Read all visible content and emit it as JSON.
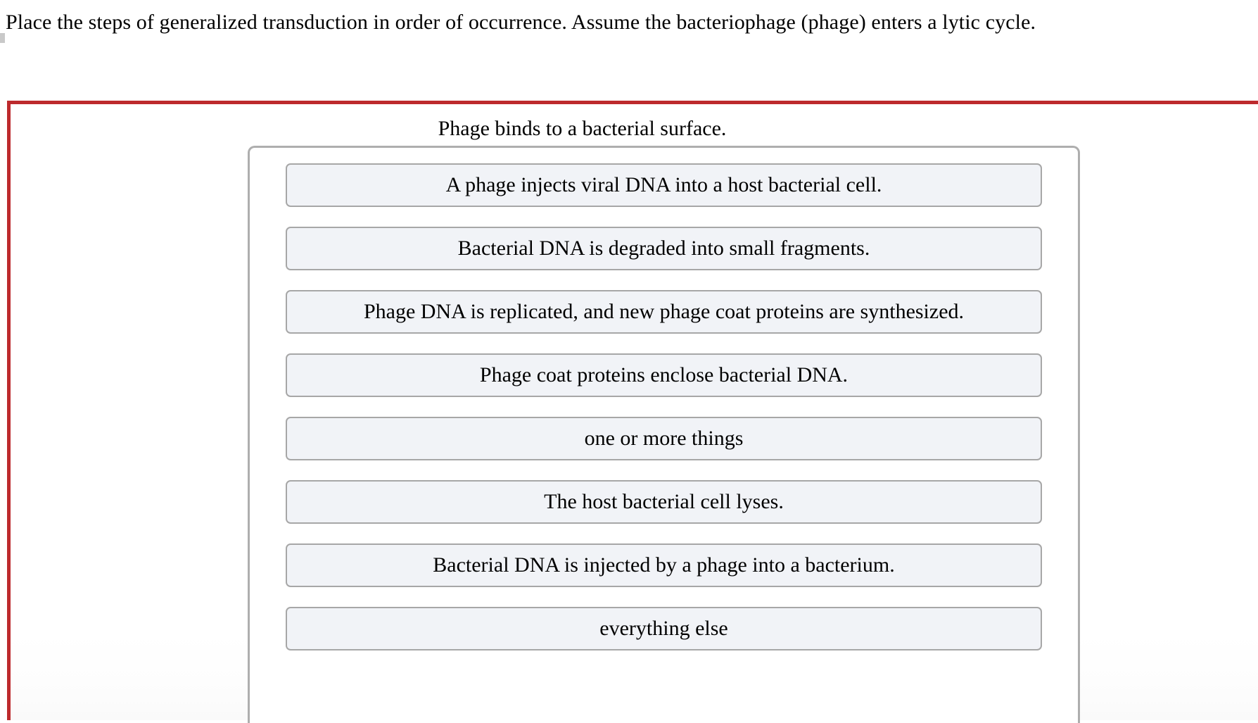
{
  "prompt": {
    "text": "Place the steps of generalized transduction in order of occurrence. Assume the bacteriophage (phage) enters a lytic cycle."
  },
  "answer_region": {
    "border_color": "#bd2a2d",
    "heading": "Phage binds to a bacterial surface."
  },
  "drag_list": {
    "container_border_color": "#aeaeae",
    "item_background": "#f1f3f7",
    "item_border_color": "#a7a7a7",
    "items": [
      {
        "label": "A phage injects viral DNA into a host bacterial cell."
      },
      {
        "label": "Bacterial DNA is degraded into small fragments."
      },
      {
        "label": "Phage DNA is replicated, and new phage coat proteins are synthesized."
      },
      {
        "label": "Phage coat proteins enclose bacterial DNA."
      },
      {
        "label": "one or more things"
      },
      {
        "label": "The host bacterial cell lyses."
      },
      {
        "label": "Bacterial DNA is injected by a phage into a bacterium."
      },
      {
        "label": "everything else"
      }
    ]
  }
}
